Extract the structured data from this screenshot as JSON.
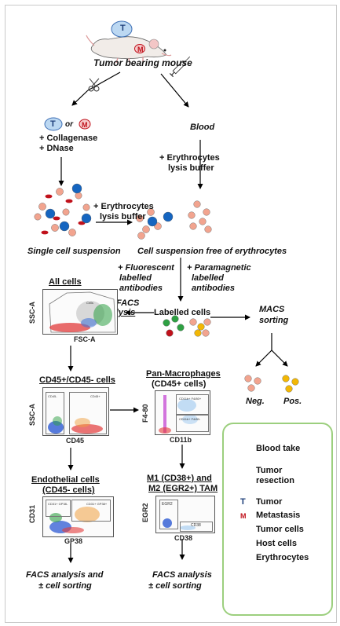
{
  "mouse": {
    "label": "Tumor bearing mouse",
    "tumor_letter": "T",
    "metastasis_letter": "M"
  },
  "left_branch": {
    "tumor_letter": "T",
    "or": "or",
    "metastasis_letter": "M",
    "step1": "+ Collagenase",
    "step2": "+ DNase"
  },
  "right_branch": {
    "blood": "Blood",
    "lysis1": "+ Erythrocytes",
    "lysis2": "lysis buffer"
  },
  "middle": {
    "lysis1": "+ Erythrocytes",
    "lysis2": "lysis buffer",
    "single": "Single cell suspension",
    "free": "Cell suspension free of erythrocytes"
  },
  "antibodies": {
    "fluor": [
      "+ Fluorescent",
      "labelled",
      "antibodies"
    ],
    "para": [
      "+ Paramagnetic",
      "labelled",
      "antibodies"
    ]
  },
  "labelled": {
    "label": "Labelled cells",
    "facs1": "FACS",
    "facs2": "Analysis",
    "macs1": "MACS",
    "macs2": "sorting",
    "neg": "Neg.",
    "pos": "Pos."
  },
  "plots": {
    "all": {
      "title": "All cells",
      "y": "SSC-A",
      "x": "FSC-A",
      "gate": "Cells"
    },
    "cd45": {
      "title": "CD45+/CD45- cells",
      "y": "SSC-A",
      "x": "CD45",
      "gate1": "CD45-",
      "gate2": "CD45+"
    },
    "pan": {
      "title1": "Pan-Macrophages",
      "title2": "(CD45+ cells)",
      "y": "F4-80",
      "x": "CD11b",
      "gate1": "CD11b+ F4/80+",
      "gate2": "CD11b+ F4/80-"
    },
    "endo": {
      "title1": "Endothelial cells",
      "title2": "(CD45- cells)",
      "y": "CD31",
      "x": "GP38",
      "gate1": "CD31+ GP38-",
      "gate2": "CD31+ GP38+"
    },
    "m1m2": {
      "title1": "M1 (CD38+) and",
      "title2": "M2 (EGR2+) TAM",
      "y": "EGR2",
      "x": "CD38",
      "gate1": "EGR2",
      "gate2": "CD38"
    }
  },
  "outputs": {
    "left": [
      "FACS analysis and",
      "± cell sorting"
    ],
    "right": [
      "FACS analysis",
      "± cell sorting"
    ]
  },
  "legend": {
    "blood": "Blood take",
    "tumor_res1": "Tumor",
    "tumor_res2": "resection",
    "tumor": "Tumor",
    "tumor_letter": "T",
    "metastasis": "Metastasis",
    "metastasis_letter": "M",
    "tumor_cells": "Tumor cells",
    "host_cells": "Host cells",
    "erythrocytes": "Erythrocytes"
  },
  "colors": {
    "tumor_cell": "#1565c0",
    "host_cell": "#f2a48f",
    "erythrocyte": "#c0111b",
    "green_cell": "#2ea043",
    "yellow_cell": "#f2b705",
    "legend_border": "#9ccf7e",
    "badge_fill": "#bcd8f2"
  }
}
